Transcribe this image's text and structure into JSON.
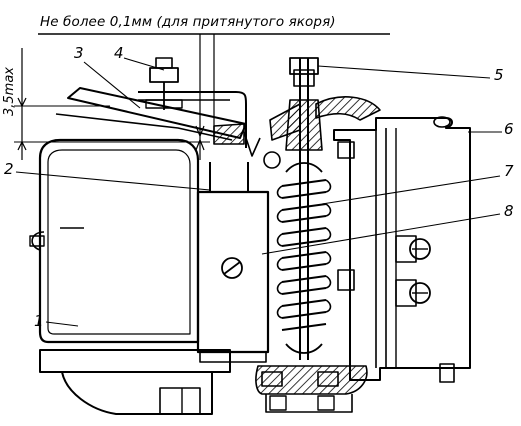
{
  "note": "Не более 0,1мм (для притянутого якоря)",
  "dimension": "3,5max",
  "callouts": {
    "n1": "1",
    "n2": "2",
    "n3": "3",
    "n4": "4",
    "n5": "5",
    "n6": "6",
    "n7": "7",
    "n8": "8"
  }
}
